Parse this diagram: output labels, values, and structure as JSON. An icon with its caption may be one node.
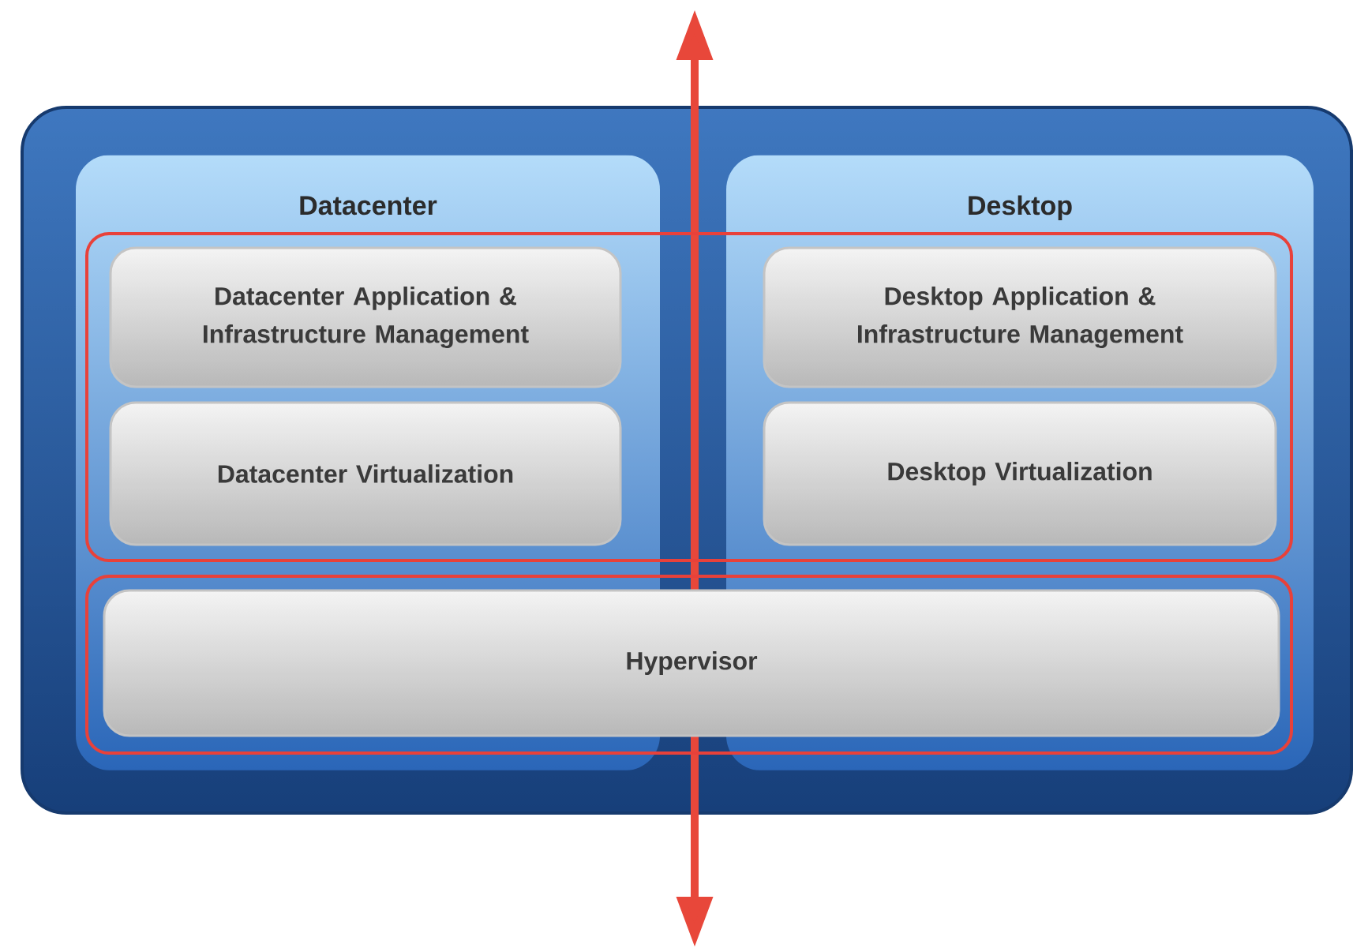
{
  "diagram": {
    "nodes": [
      {
        "text": [],
        "shape": "box"
      },
      {
        "text": [
          "Datacenter"
        ],
        "in": 0
      },
      {
        "text": [
          "Desktop"
        ],
        "in": 0
      },
      {
        "text": [],
        "shape": "box",
        "in": 0
      },
      {
        "text": [
          "Datacenter Application & Infrastructure Management"
        ],
        "in": 3
      },
      {
        "text": [
          "Datacenter Virtualization"
        ],
        "in": 3
      },
      {
        "text": [
          "Desktop Application & Infrastructure Management"
        ],
        "in": 3
      },
      {
        "text": [
          "Desktop Virtualization"
        ],
        "in": 3
      },
      {
        "text": [],
        "shape": "box",
        "in": 0
      },
      {
        "text": [
          "Hypervisor"
        ],
        "in": 8
      }
    ]
  }
}
